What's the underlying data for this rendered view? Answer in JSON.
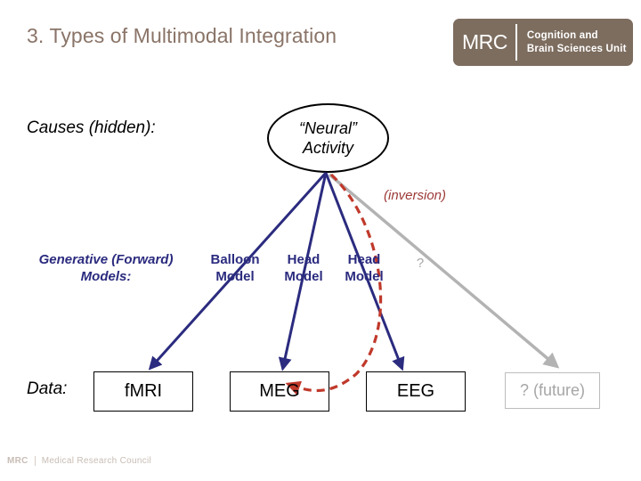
{
  "header": {
    "title": "3. Types of Multimodal Integration",
    "logo": {
      "mark": "MRC",
      "line1": "Cognition and",
      "line2": "Brain Sciences Unit",
      "bg_color": "#7d6d5f"
    }
  },
  "rows": {
    "causes_label": "Causes (hidden):",
    "generative_label": "Generative (Forward) Models:",
    "data_label": "Data:"
  },
  "diagram": {
    "node": {
      "line1": "“Neural”",
      "line2": "Activity"
    },
    "models": [
      {
        "line1": "Balloon",
        "line2": "Model"
      },
      {
        "line1": "Head",
        "line2": "Model"
      },
      {
        "line1": "Head",
        "line2": "Model"
      }
    ],
    "unknown_model": "?",
    "inversion_label": "(inversion)",
    "data_boxes": [
      {
        "label": "fMRI",
        "style": "solid"
      },
      {
        "label": "MEG",
        "style": "solid"
      },
      {
        "label": "EEG",
        "style": "solid"
      },
      {
        "label": "? (future)",
        "style": "ghost"
      }
    ],
    "colors": {
      "forward_arrow": "#2b2b7f",
      "inversion_arrow": "#c0392b",
      "future_arrow": "#b3b3b3",
      "node_outline": "#000000"
    }
  },
  "footer": {
    "mark": "MRC",
    "text": "Medical Research Council"
  }
}
